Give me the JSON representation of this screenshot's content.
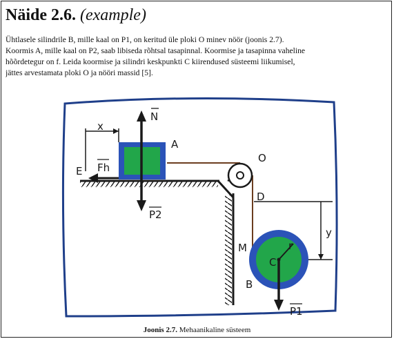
{
  "heading": {
    "number": "Näide 2.6.",
    "note": "(example)"
  },
  "paragraph": [
    "Ühtlasele silindrile B, mille kaal on P1, on keritud üle ploki O minev nöör (joonis 2.7).",
    "Koormis A, mille kaal on P2, saab libiseda rõhtsal tasapinnal. Koormise ja tasapinna vaheline",
    "hõõrdetegur on f. Leida koormise ja silindri keskpunkti C kiirendused süsteemi liikumisel,",
    "jättes arvestamata ploki O ja nööri massid [5]."
  ],
  "figure": {
    "labels": {
      "x": "x",
      "N": "N",
      "A": "A",
      "O": "O",
      "E": "E",
      "Fh": "Fh",
      "D": "D",
      "y": "y",
      "P2": "P2",
      "M": "M",
      "r": "r",
      "C": "C",
      "B": "B",
      "P1": "P1"
    },
    "colors": {
      "block_fill": "#22a64a",
      "block_border": "#2b53b8",
      "cylinder_outer": "#2b53b8",
      "cylinder_inner": "#22a64a",
      "rope": "#6b3d1f",
      "ink": "#1a1a1a",
      "frame": "#1f3f8a"
    }
  },
  "caption": {
    "number": "Joonis 2.7.",
    "text": "Mehaanikaline süsteem"
  }
}
